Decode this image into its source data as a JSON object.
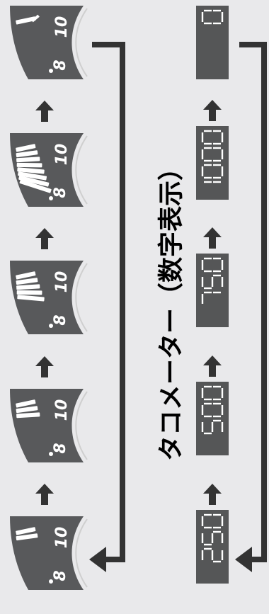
{
  "title": "タコメーター（数字表示）",
  "colors": {
    "background": "#e9e9eb",
    "gauge_face": "#58595b",
    "lcd_face": "#555657",
    "ink": "#ffffff",
    "arrow": "#333333"
  },
  "gauge": {
    "label_lo": "8",
    "label_hi": "10",
    "max_ticks": 8,
    "frames": [
      {
        "lit_ticks": 1,
        "redline_lit": true
      },
      {
        "lit_ticks": 8,
        "redline_lit": false
      },
      {
        "lit_ticks": 5,
        "redline_lit": false
      },
      {
        "lit_ticks": 3,
        "redline_lit": false
      },
      {
        "lit_ticks": 2,
        "redline_lit": false
      }
    ]
  },
  "lcd": {
    "frames": [
      "0",
      "1000",
      "750",
      "500",
      "250"
    ]
  },
  "icons": {
    "step_arrow": "arrow-up-icon",
    "loop_arrow": "loop-back-arrow-icon"
  }
}
